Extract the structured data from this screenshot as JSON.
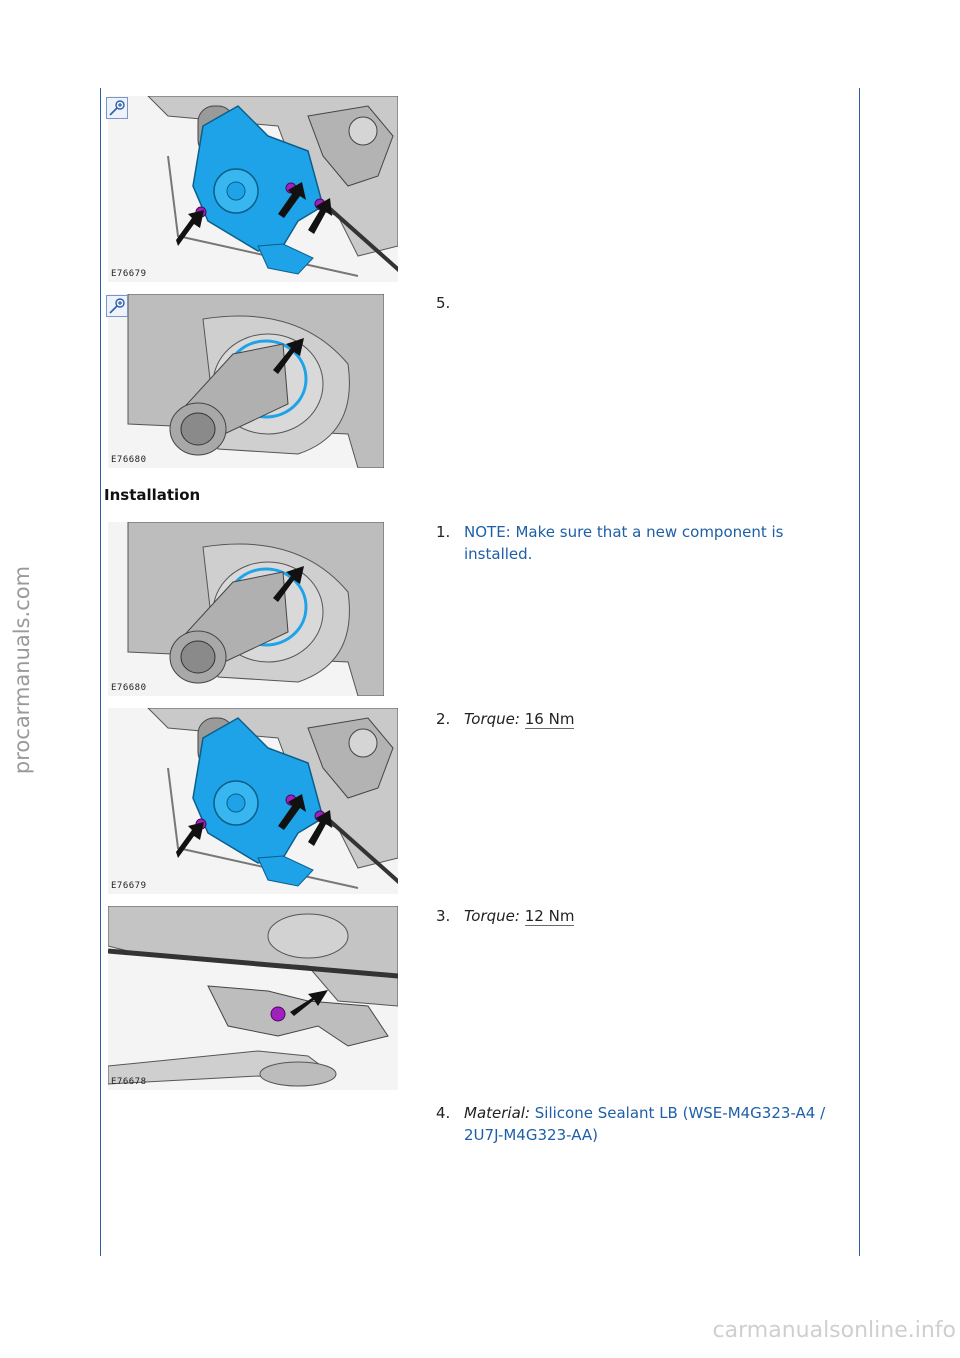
{
  "watermarks": {
    "side": "procarmanuals.com",
    "bottom": "carmanualsonline.info"
  },
  "section_heading": "Installation",
  "figures": [
    {
      "id": "fig1",
      "code": "E76679"
    },
    {
      "id": "fig2",
      "code": "E76680"
    },
    {
      "id": "fig3",
      "code": "E76680"
    },
    {
      "id": "fig4",
      "code": "E76679"
    },
    {
      "id": "fig5",
      "code": "E76678"
    }
  ],
  "removal_steps": [
    {
      "number": "5.",
      "text": ""
    }
  ],
  "installation_steps": [
    {
      "number": "1.",
      "note": "NOTE: Make sure that a new component is installed."
    },
    {
      "number": "2.",
      "label": "Torque:",
      "value": "16 Nm"
    },
    {
      "number": "3.",
      "label": "Torque:",
      "value": "12 Nm"
    },
    {
      "number": "4.",
      "label": "Material:",
      "value": "Silicone Sealant LB (WSE-M4G323-A4 / 2U7J-M4G323-AA)"
    }
  ],
  "colors": {
    "frame_line": "#2f5fa8",
    "note_text": "#1d5fa8",
    "part_highlight": "#1ea3e8",
    "bolt_highlight": "#a020c0"
  },
  "icons": [
    "zoom-in-icon",
    "arrow-pointer-icon"
  ]
}
